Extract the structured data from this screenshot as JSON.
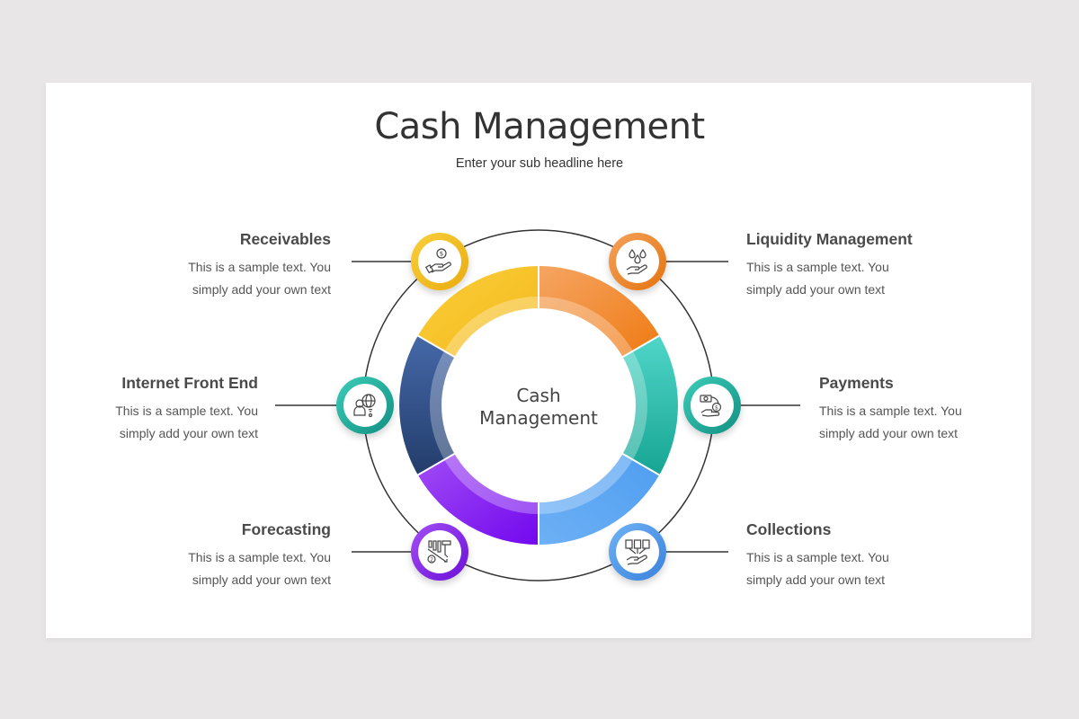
{
  "slide": {
    "title": "Cash Management",
    "subtitle": "Enter your sub headline here",
    "center_label_line1": "Cash",
    "center_label_line2": "Management"
  },
  "items": [
    {
      "title": "Receivables",
      "line1": "This is a sample text. You",
      "line2": "simply add your own text",
      "icon": "hand-dollar-coin-icon",
      "color": "#f5c023"
    },
    {
      "title": "Liquidity Management",
      "line1": "This is a sample text. You",
      "line2": "simply add your own text",
      "icon": "hand-money-drops-icon",
      "color": "#f08a2c"
    },
    {
      "title": "Internet Front End",
      "line1": "This is a sample text. You",
      "line2": "simply add your own text",
      "icon": "person-globe-wifi-icon",
      "color": "#23b0a0"
    },
    {
      "title": "Payments",
      "line1": "This is a sample text. You",
      "line2": "simply add your own text",
      "icon": "hand-cash-exchange-icon",
      "color": "#23b0a0"
    },
    {
      "title": "Forecasting",
      "line1": "This is a sample text. You",
      "line2": "simply add your own text",
      "icon": "bar-chart-forecast-icon",
      "color": "#8a2be2"
    },
    {
      "title": "Collections",
      "line1": "This is a sample text. You",
      "line2": "simply add your own text",
      "icon": "hand-documents-icon",
      "color": "#4a90e2"
    }
  ],
  "colors": {
    "yellow": "#f7c52a",
    "orange": "#f28a2e",
    "teal": "#2ec4b0",
    "blue": "#5aa5f2",
    "purple": "#8a3cf0",
    "navy": "#34558f"
  }
}
